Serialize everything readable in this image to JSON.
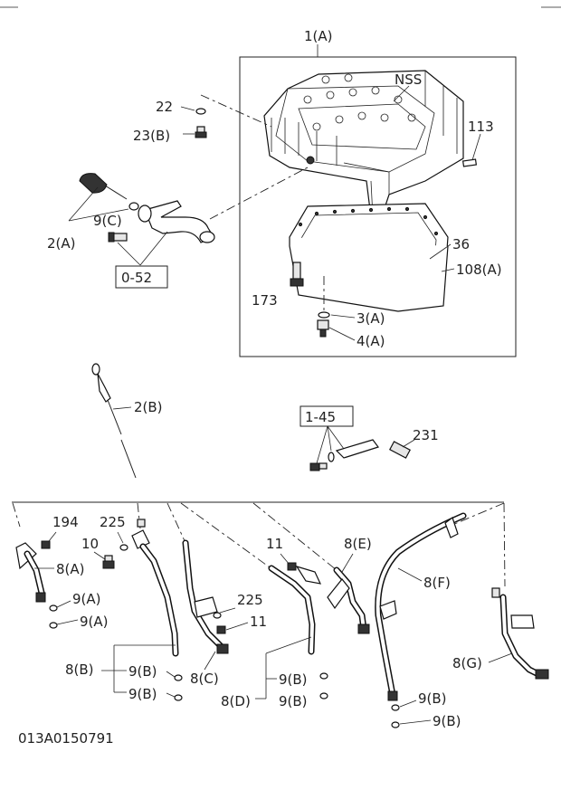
{
  "drawing_code": "013A0150791",
  "labels": {
    "oil_pan_assembly": "1(A)",
    "nss": "NSS",
    "p113": "113",
    "p22": "22",
    "p23b": "23(B)",
    "p9c": "9(C)",
    "p2a": "2(A)",
    "p0_52": "0-52",
    "p36": "36",
    "p108a": "108(A)",
    "p173": "173",
    "p3a": "3(A)",
    "p4a": "4(A)",
    "p2b": "2(B)",
    "p1_45": "1-45",
    "p231": "231",
    "p194": "194",
    "p225_top": "225",
    "p10": "10",
    "p8a": "8(A)",
    "p9a_1": "9(A)",
    "p9a_2": "9(A)",
    "p11_top": "11",
    "p8e": "8(E)",
    "p8f": "8(F)",
    "p225_mid": "225",
    "p11_mid": "11",
    "p8b": "8(B)",
    "p9b_1": "9(B)",
    "p9b_2": "9(B)",
    "p8c": "8(C)",
    "p8d": "8(D)",
    "p9b_3": "9(B)",
    "p9b_4": "9(B)",
    "p9b_5": "9(B)",
    "p9b_6": "9(B)",
    "p8g": "8(G)"
  }
}
